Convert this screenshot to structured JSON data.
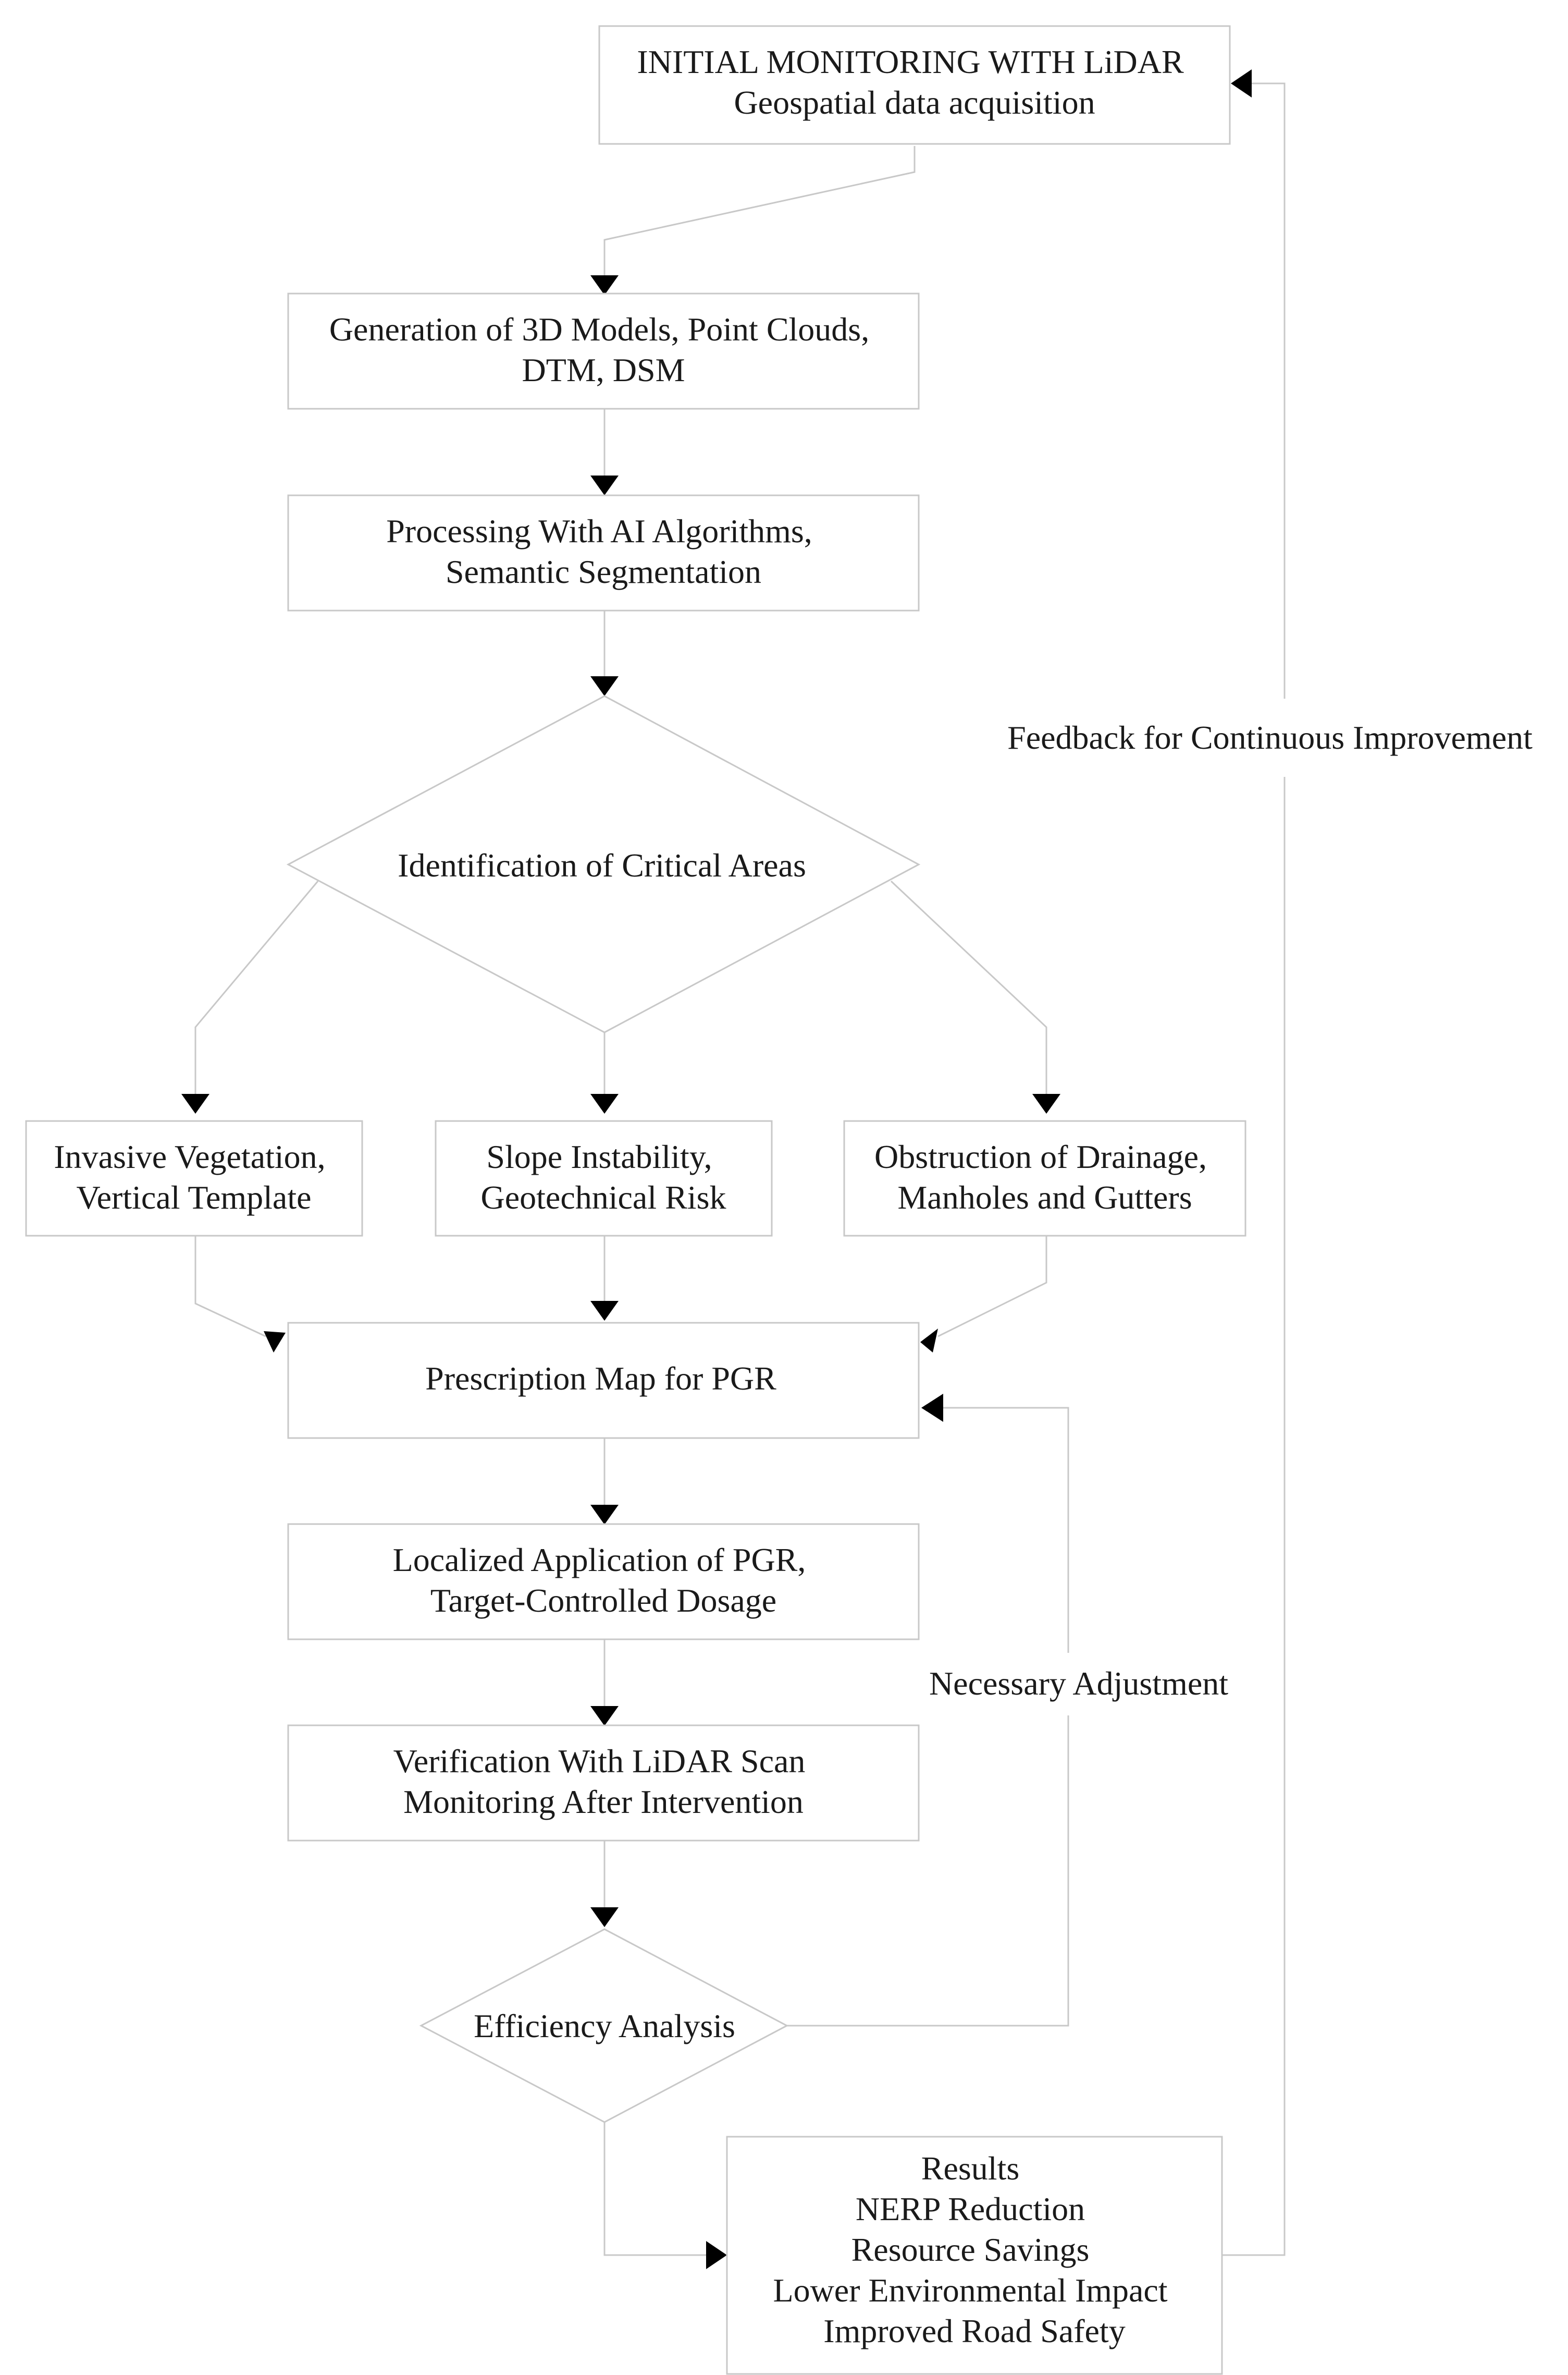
{
  "nodes": {
    "initial_monitoring": {
      "lines": [
        "INITIAL MONITORING WITH LiDAR",
        "Geospatial data acquisition"
      ]
    },
    "generation_models": {
      "lines": [
        "Generation of 3D Models, Point Clouds,",
        "DTM, DSM"
      ]
    },
    "processing_ai": {
      "lines": [
        "Processing With AI Algorithms,",
        "Semantic Segmentation"
      ]
    },
    "identification_critical": {
      "lines": [
        "Identification of Critical Areas"
      ]
    },
    "invasive_vegetation": {
      "lines": [
        "Invasive Vegetation,",
        "Vertical Template"
      ]
    },
    "slope_instability": {
      "lines": [
        "Slope Instability,",
        "Geotechnical Risk"
      ]
    },
    "obstruction_drainage": {
      "lines": [
        "Obstruction of Drainage,",
        "Manholes and Gutters"
      ]
    },
    "prescription_map": {
      "lines": [
        "Prescription Map for PGR"
      ]
    },
    "localized_application": {
      "lines": [
        "Localized Application of PGR,",
        "Target-Controlled Dosage"
      ]
    },
    "verification_lidar": {
      "lines": [
        "Verification With LiDAR Scan",
        "Monitoring After Intervention"
      ]
    },
    "efficiency_analysis": {
      "lines": [
        "Efficiency Analysis"
      ]
    },
    "results": {
      "lines": [
        "Results",
        "NERP Reduction",
        "Resource Savings",
        "Lower Environmental Impact",
        "Improved Road Safety"
      ]
    }
  },
  "edge_labels": {
    "feedback": "Feedback for Continuous Improvement",
    "adjustment": "Necessary Adjustment"
  }
}
